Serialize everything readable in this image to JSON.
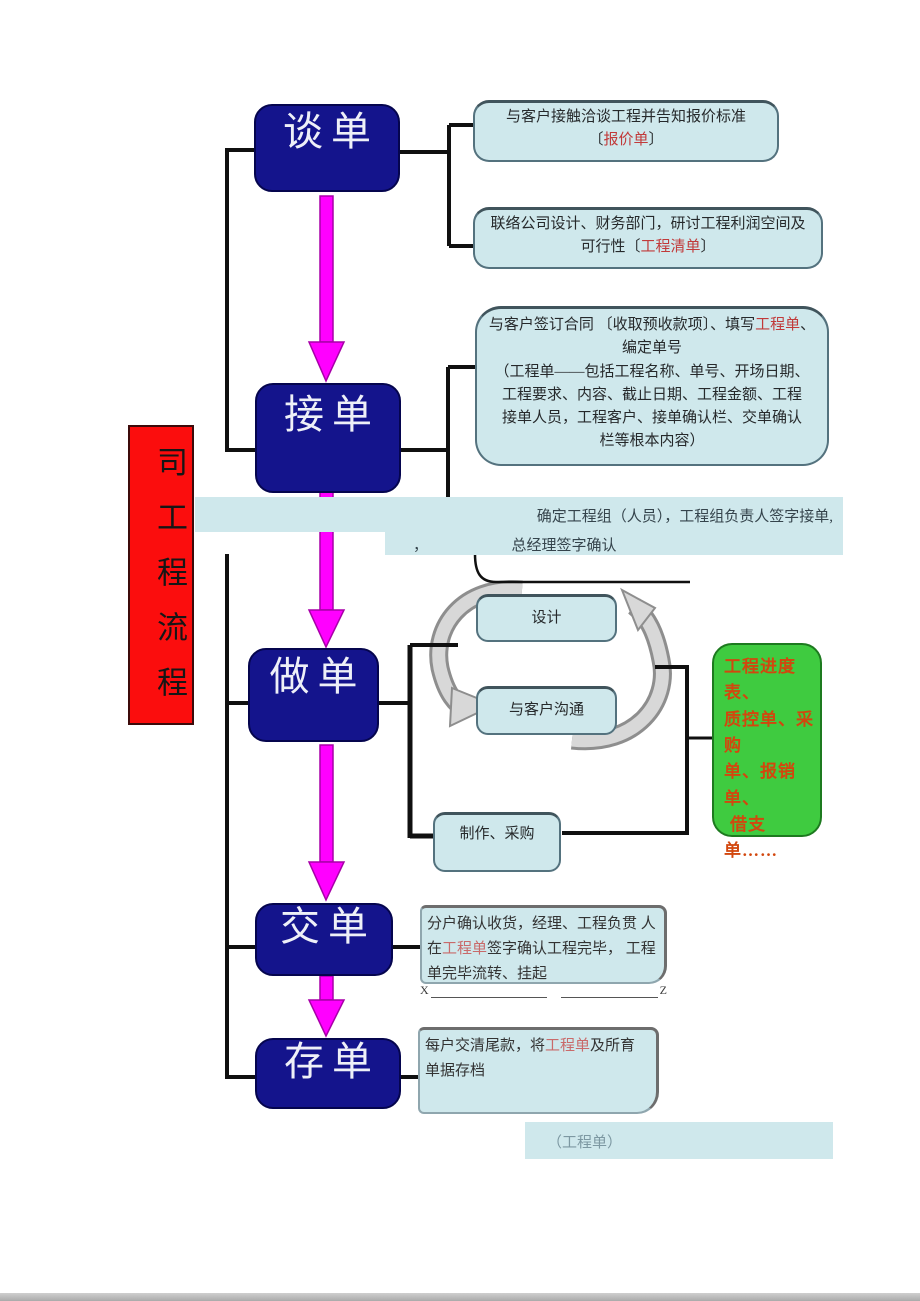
{
  "banner": {
    "text": "司工程流程"
  },
  "stages": [
    {
      "label": "谈单"
    },
    {
      "label": "接单"
    },
    {
      "label": "做单"
    },
    {
      "label": "交单"
    },
    {
      "label": "存单"
    }
  ],
  "notes": {
    "quote": {
      "line1": "与客户接触洽谈工程并告知报价标准",
      "l2_pre": "〔",
      "l2_red": "报价单",
      "l2_post": "〕"
    },
    "liaison": {
      "line1": "联络公司设计、财务部门，研讨工程利润空间及",
      "l2_pre": "可行性〔",
      "l2_red": "工程清单",
      "l2_post": "〕"
    },
    "contract": {
      "l1_pre": "与客户签订合同 〔收取预收款项〕、填写",
      "l1_red": "工程单",
      "l1_post": "、",
      "l2": "编定单号",
      "l3": "（工程单——包括工程名称、单号、开场日期、",
      "l4": "工程要求、内容、截止日期、工程金额、工程",
      "l5": "接单人员，工程客户、接单确认栏、交单确认",
      "l6": "栏等根本内容）"
    },
    "assign_line1": "确定工程组（人员），工程组负责人签字接单,",
    "assign_line2_comma": "，",
    "assign_line2": "总经理签字确认",
    "design": "设计",
    "communicate": "与客户沟通",
    "make": "制作、采购",
    "forms": {
      "l1": "工程进度表、",
      "l2": "质控单、采购",
      "l3": "单、报销单、",
      "l4": "借支单……"
    },
    "deliver": {
      "pre": "分户确认收货，经理、工程负贯 人在",
      "red": "工程单",
      "post": "签字确认工程完毕， 工程单完毕流转、挂起"
    },
    "xz": {
      "left": "X",
      "right": "Z"
    },
    "archive": {
      "pre": "每户交清尾款，将",
      "red": "工程单",
      "post": "及所育单据存档"
    },
    "bottom_note": "（工程单）"
  },
  "colors": {
    "navy": "#14148c",
    "light_blue": "#cfe8ec",
    "magenta": "#ff00ff",
    "banner_red": "#fb0d0d",
    "green": "#3fcb40",
    "accent_red": "#c13a3a",
    "form_text_red": "#d2470e"
  }
}
